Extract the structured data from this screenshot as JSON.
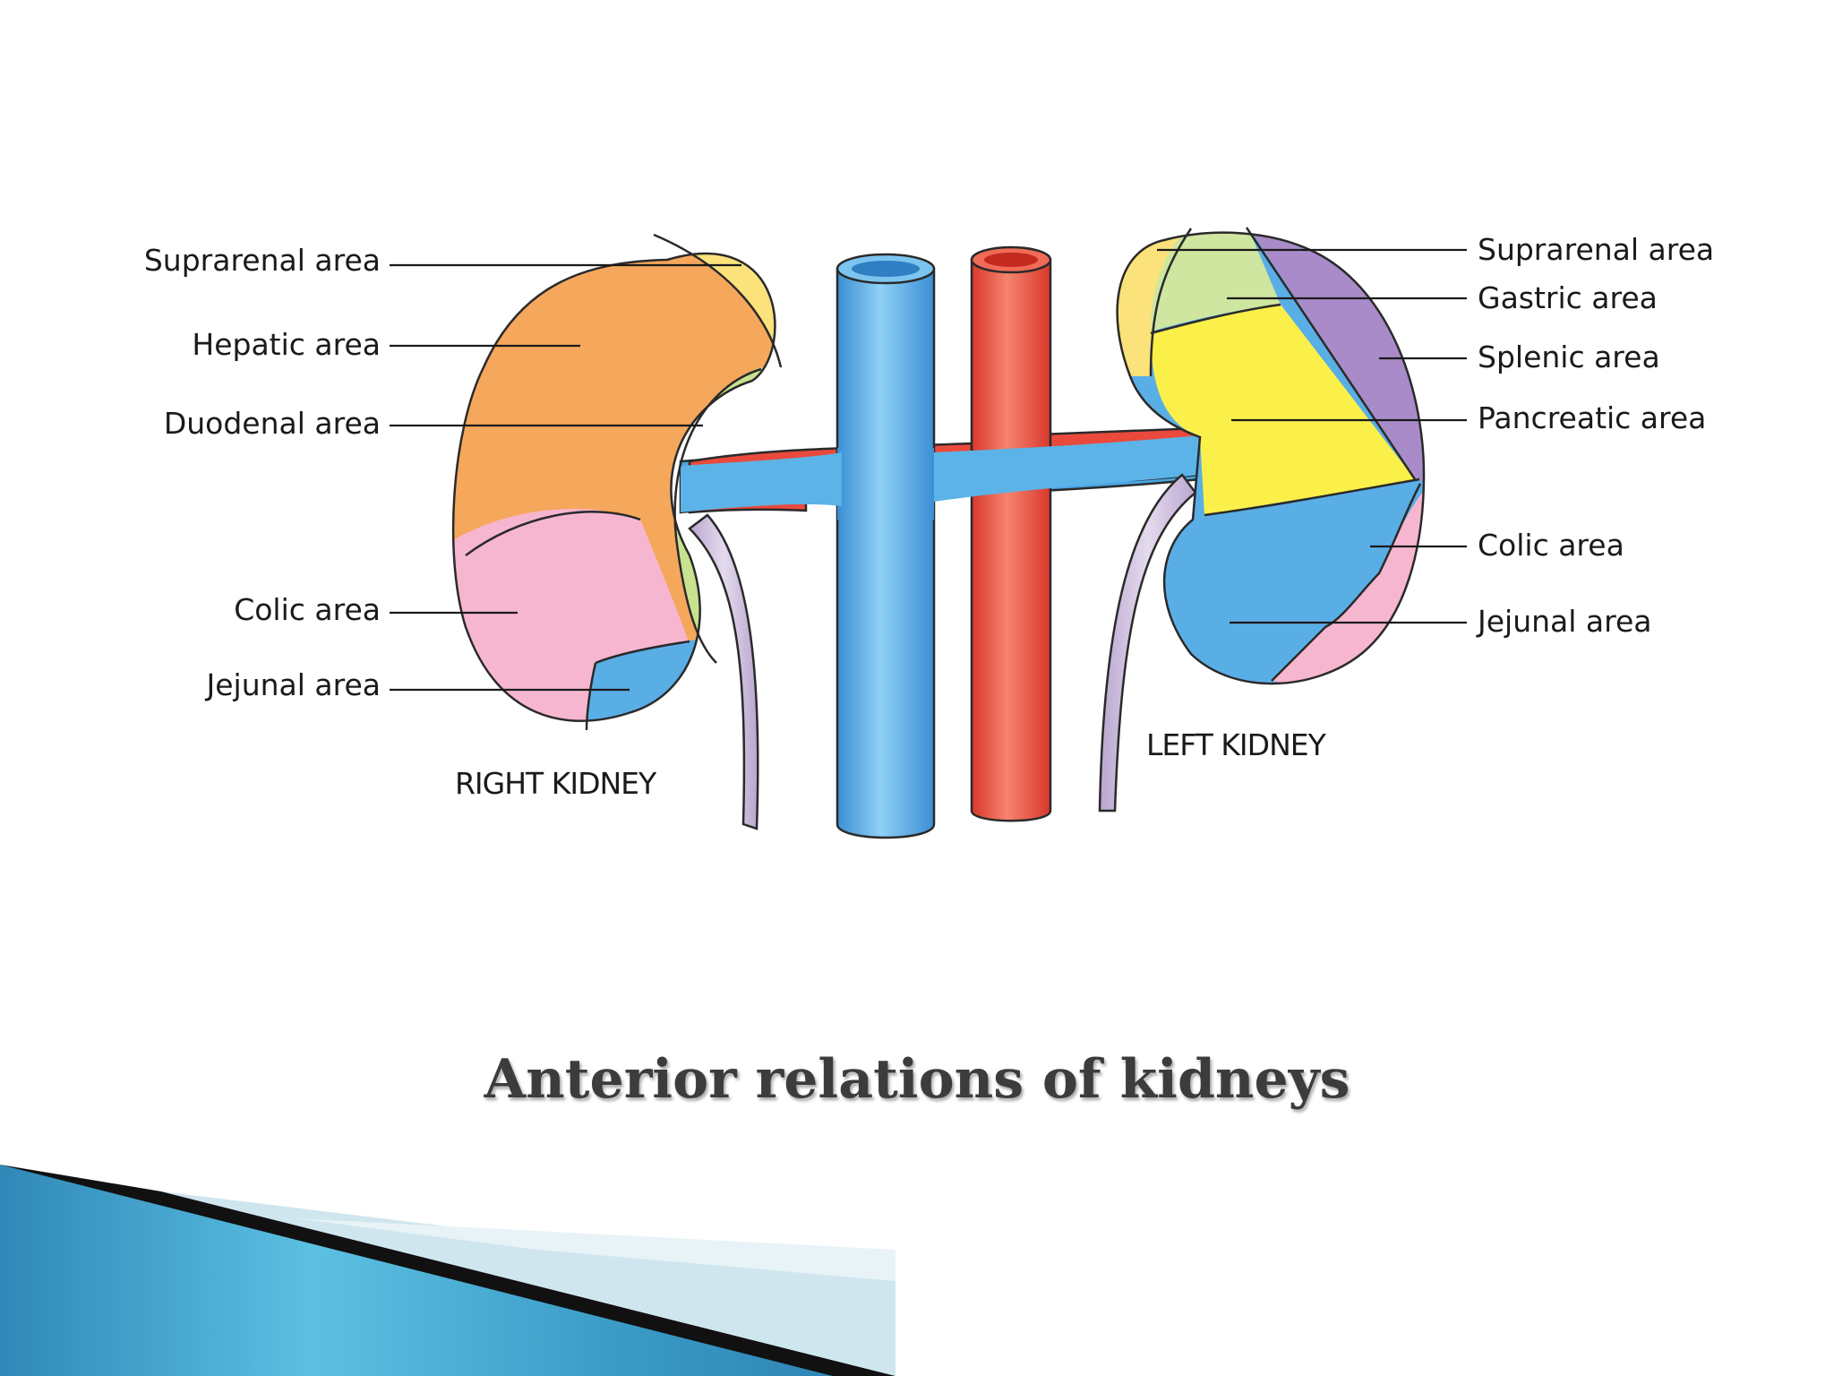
{
  "slide": {
    "title": "Anterior relations of kidneys"
  },
  "diagram": {
    "right_kidney": {
      "caption": "RIGHT KIDNEY",
      "labels": {
        "suprarenal": "Suprarenal area",
        "hepatic": "Hepatic area",
        "duodenal": "Duodenal area",
        "colic": "Colic area",
        "jejunal": "Jejunal area"
      }
    },
    "left_kidney": {
      "caption": "LEFT KIDNEY",
      "labels": {
        "suprarenal": "Suprarenal area",
        "gastric": "Gastric area",
        "splenic": "Splenic area",
        "pancreatic": "Pancreatic area",
        "colic": "Colic area",
        "jejunal": "Jejunal area"
      }
    },
    "colors": {
      "hepatic": "#f5a75c",
      "suprarenal": "#fbe27a",
      "duodenal": "#c9e290",
      "colic": "#f7b6cf",
      "jejunal": "#5aaee6",
      "gastric": "#cfe6a0",
      "splenic": "#a98bc9",
      "pancreatic": "#fbf04a",
      "ivc": "#4aa5e3",
      "aorta": "#ea4a3c",
      "ureter": "#c8b8d8",
      "accent_band": "#3fa0c8"
    }
  }
}
